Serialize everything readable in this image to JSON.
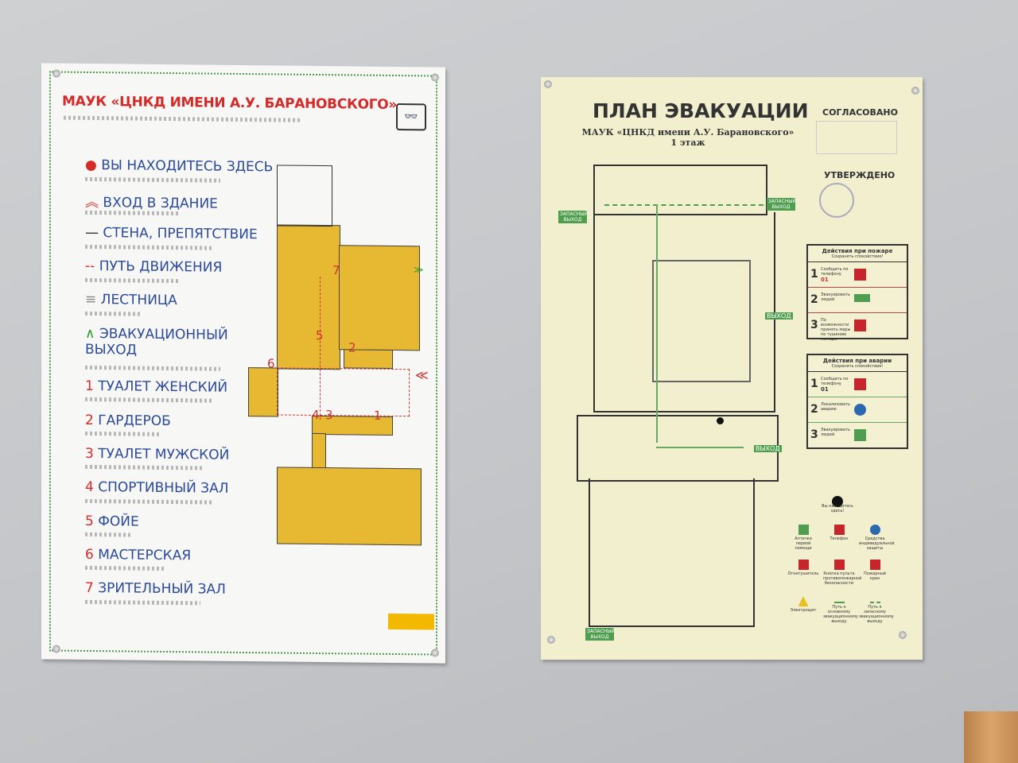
{
  "left_sign": {
    "title": "МАУК «ЦНКД ИМЕНИ А.У. БАРАНОВСКОГО»",
    "legend": [
      {
        "label": "ВЫ НАХОДИТЕСЬ ЗДЕСЬ",
        "icon": "location-pin-icon"
      },
      {
        "label": "ВХОД В ЗДАНИЕ",
        "icon": "entrance-chevron-icon"
      },
      {
        "label": "СТЕНА, ПРЕПЯТСТВИЕ",
        "icon": "wall-line-icon"
      },
      {
        "label": "ПУТЬ ДВИЖЕНИЯ",
        "icon": "dashed-path-icon"
      },
      {
        "label": "ЛЕСТНИЦА",
        "icon": "stairs-icon"
      },
      {
        "label": "ЭВАКУАЦИОННЫЙ ВЫХОД",
        "icon": "exit-chevron-icon"
      }
    ],
    "rooms": [
      {
        "num": "1",
        "label": "ТУАЛЕТ ЖЕНСКИЙ"
      },
      {
        "num": "2",
        "label": "ГАРДЕРОБ"
      },
      {
        "num": "3",
        "label": "ТУАЛЕТ МУЖСКОЙ"
      },
      {
        "num": "4",
        "label": "СПОРТИВНЫЙ ЗАЛ"
      },
      {
        "num": "5",
        "label": "ФОЙЕ"
      },
      {
        "num": "6",
        "label": "МАСТЕРСКАЯ"
      },
      {
        "num": "7",
        "label": "ЗРИТЕЛЬНЫЙ ЗАЛ"
      }
    ]
  },
  "right_sign": {
    "title": "ПЛАН ЭВАКУАЦИИ",
    "subtitle": "МАУК «ЦНКД имени А.У. Барановского»",
    "floor": "1 этаж",
    "approved_label": "СОГЛАСОВАНО",
    "confirmed_label": "УТВЕРЖДЕНО",
    "exit_label": "ВЫХОД",
    "spare_exit_label": "ЗАПАСНЫЙ ВЫХОД",
    "fire_box": {
      "title": "Действия при пожаре",
      "subtitle": "Сохранять спокойствие!",
      "steps": [
        {
          "num": "1",
          "text": "Сообщить по телефону",
          "phone": "01"
        },
        {
          "num": "2",
          "text": "Эвакуировать людей"
        },
        {
          "num": "3",
          "text": "По возможности принять меры по тушению пожара"
        }
      ]
    },
    "accident_box": {
      "title": "Действия при аварии",
      "subtitle": "Сохранять спокойствие!",
      "steps": [
        {
          "num": "1",
          "text": "Сообщить по телефону",
          "phone": "01"
        },
        {
          "num": "2",
          "text": "Локализовать аварию"
        },
        {
          "num": "3",
          "text": "Эвакуировать людей"
        }
      ]
    },
    "you_are_here": "Вы находитесь здесь!",
    "legend": [
      {
        "label": "Аптечка первой помощи",
        "color": "#4f9d4f"
      },
      {
        "label": "Телефон",
        "color": "#c8242c"
      },
      {
        "label": "Средства индивидуальной защиты",
        "color": "#2a68b0"
      },
      {
        "label": "Огнетушитель",
        "color": "#c8242c"
      },
      {
        "label": "Кнопка пульта противопожарной безопасности",
        "color": "#c8242c"
      },
      {
        "label": "Пожарный кран",
        "color": "#c8242c"
      },
      {
        "label": "Электрощит",
        "color": "#e8c020"
      },
      {
        "label": "Путь к основному эвакуационному выходу",
        "color": "#4f9d4f"
      },
      {
        "label": "Путь к запасному эвакуационному выходу",
        "color": "#4f9d4f"
      }
    ]
  }
}
